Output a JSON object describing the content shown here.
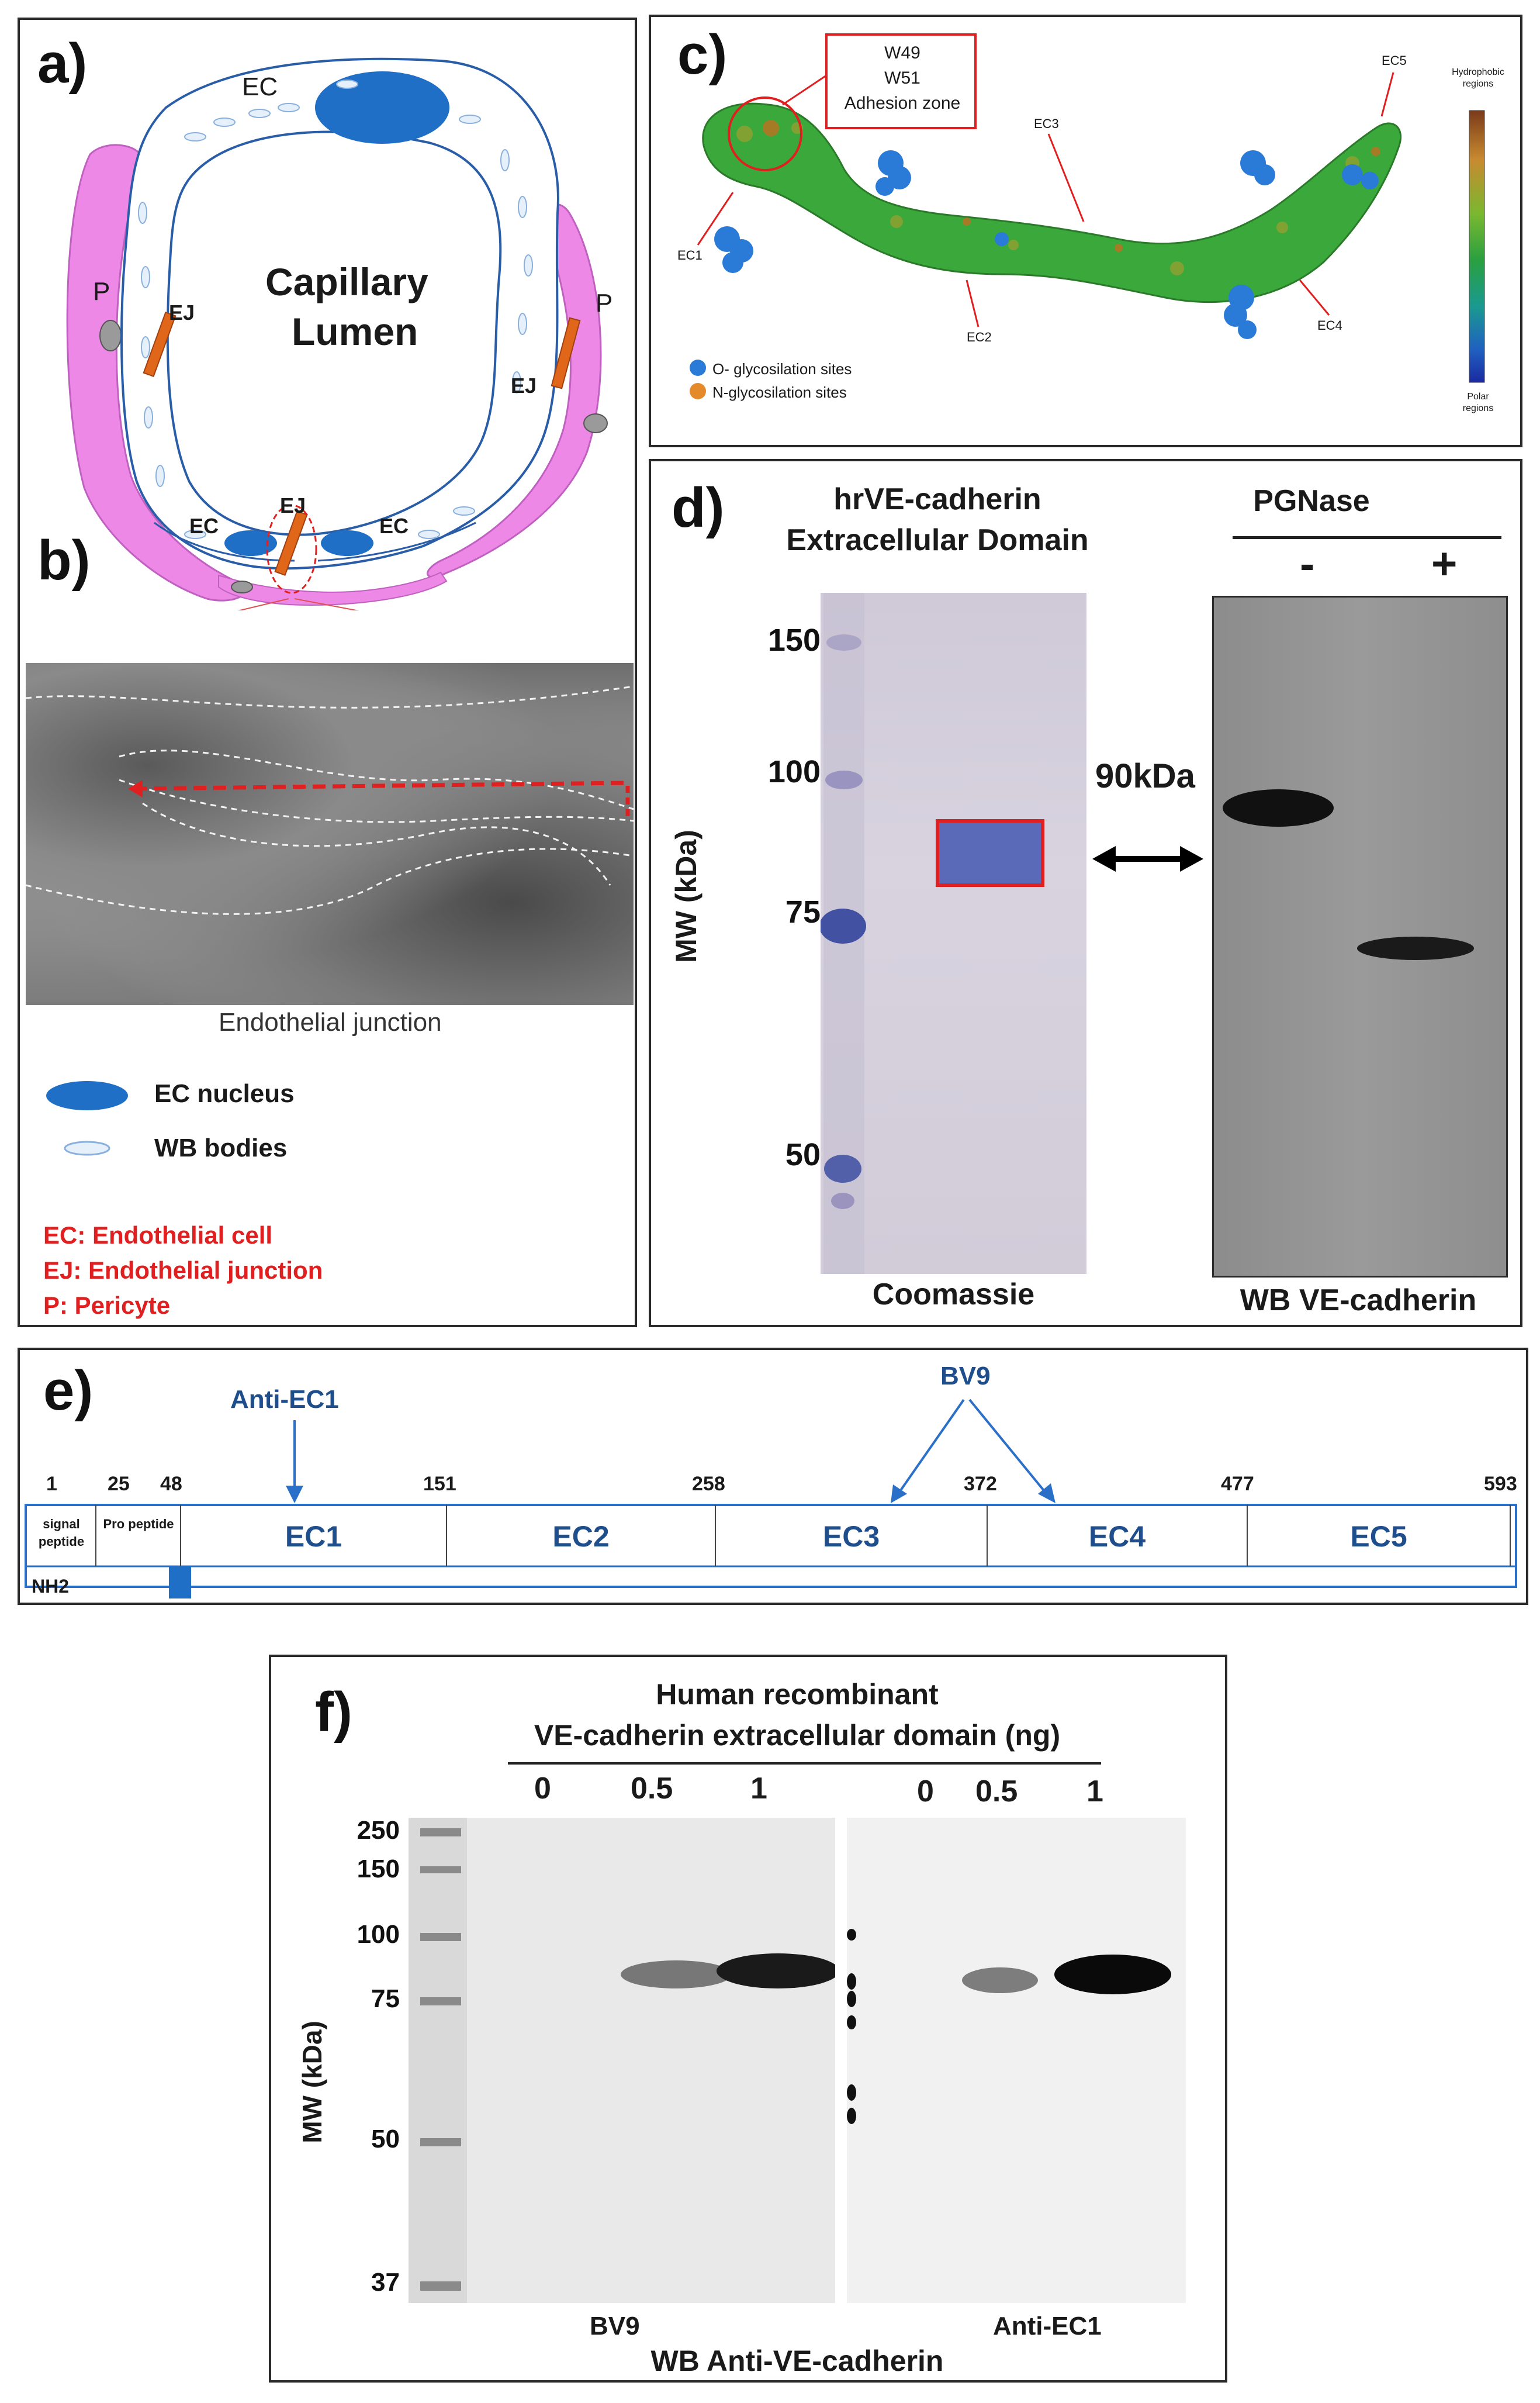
{
  "panel_a": {
    "label": "a)",
    "title_line1": "Capillary",
    "title_line2": "Lumen",
    "labels": {
      "ec_top": "EC",
      "ec_bottom_left": "EC",
      "ec_bottom_right": "EC",
      "p_left": "P",
      "p_right": "P",
      "ej_left": "EJ",
      "ej_right": "EJ",
      "ej_bottom": "EJ"
    },
    "colors": {
      "nucleus": "#1f6fc6",
      "pericyte": "#ee88e6",
      "junction": "#e0661a",
      "cell_outline": "#2a5da8"
    }
  },
  "panel_b": {
    "label": "b)",
    "caption": "Endothelial junction",
    "legend": [
      {
        "icon": "ec-nucleus-icon",
        "text": "EC nucleus"
      },
      {
        "icon": "wb-bodies-icon",
        "text": "WB bodies"
      }
    ],
    "abbreviations": [
      "EC: Endothelial cell",
      "EJ: Endothelial junction",
      "P: Pericyte"
    ]
  },
  "panel_c": {
    "label": "c)",
    "callout_lines": [
      "W49",
      "W51",
      "Adhesion zone"
    ],
    "domain_labels": [
      "EC1",
      "EC2",
      "EC3",
      "EC4",
      "EC5"
    ],
    "legend": [
      {
        "color": "#2a7ad8",
        "text": "O- glycosilation sites"
      },
      {
        "color": "#e58a2a",
        "text": "N-glycosilation sites"
      }
    ],
    "colorbar_top": "Hydrophobic regions",
    "colorbar_bottom": "Polar regions"
  },
  "panel_d": {
    "label": "d)",
    "title_line1": "hrVE-cadherin",
    "title_line2": "Extracellular Domain",
    "pgnase": "PGNase",
    "minus": "-",
    "plus": "+",
    "ylabel": "MW (kDa)",
    "ticks": [
      "150",
      "100",
      "75",
      "50"
    ],
    "arrow_label": "90kDa",
    "left_caption": "Coomassie",
    "right_caption": "WB VE-cadherin"
  },
  "panel_e": {
    "label": "e)",
    "anti_ec1": "Anti-EC1",
    "bv9": "BV9",
    "positions": [
      "1",
      "25",
      "48",
      "151",
      "258",
      "372",
      "477",
      "593"
    ],
    "segments": [
      "signal peptide",
      "Pro peptide",
      "EC1",
      "EC2",
      "EC3",
      "EC4",
      "EC5"
    ],
    "nh2": "NH2"
  },
  "panel_f": {
    "label": "f)",
    "title_line1": "Human recombinant",
    "title_line2": "VE-cadherin extracellular domain (ng)",
    "lanes_left": [
      "0",
      "0.5",
      "1"
    ],
    "lanes_right": [
      "0",
      "0.5",
      "1"
    ],
    "ylabel": "MW (kDa)",
    "ticks": [
      "250",
      "150",
      "100",
      "75",
      "50",
      "37"
    ],
    "left_caption": "BV9",
    "right_caption": "Anti-EC1",
    "bottom_caption": "WB Anti-VE-cadherin"
  }
}
